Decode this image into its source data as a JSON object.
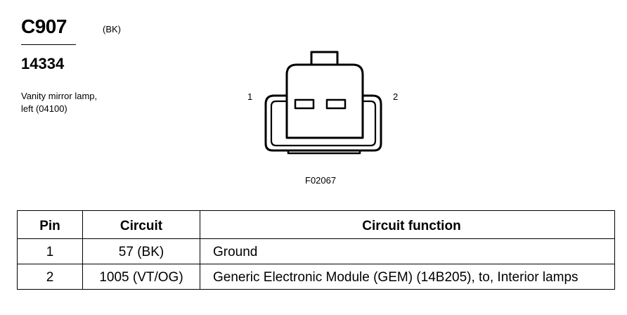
{
  "connector": {
    "id": "C907",
    "color": "(BK)",
    "part_number": "14334",
    "description_lines": [
      "Vanity mirror lamp,",
      "left (04100)"
    ],
    "figure_id": "F02067",
    "pin_labels": [
      "1",
      "2"
    ]
  },
  "table": {
    "headers": [
      "Pin",
      "Circuit",
      "Circuit function"
    ],
    "rows": [
      {
        "pin": "1",
        "circuit": "57 (BK)",
        "function": "Ground"
      },
      {
        "pin": "2",
        "circuit": "1005 (VT/OG)",
        "function": "Generic Electronic Module (GEM) (14B205), to, Interior lamps"
      }
    ]
  }
}
